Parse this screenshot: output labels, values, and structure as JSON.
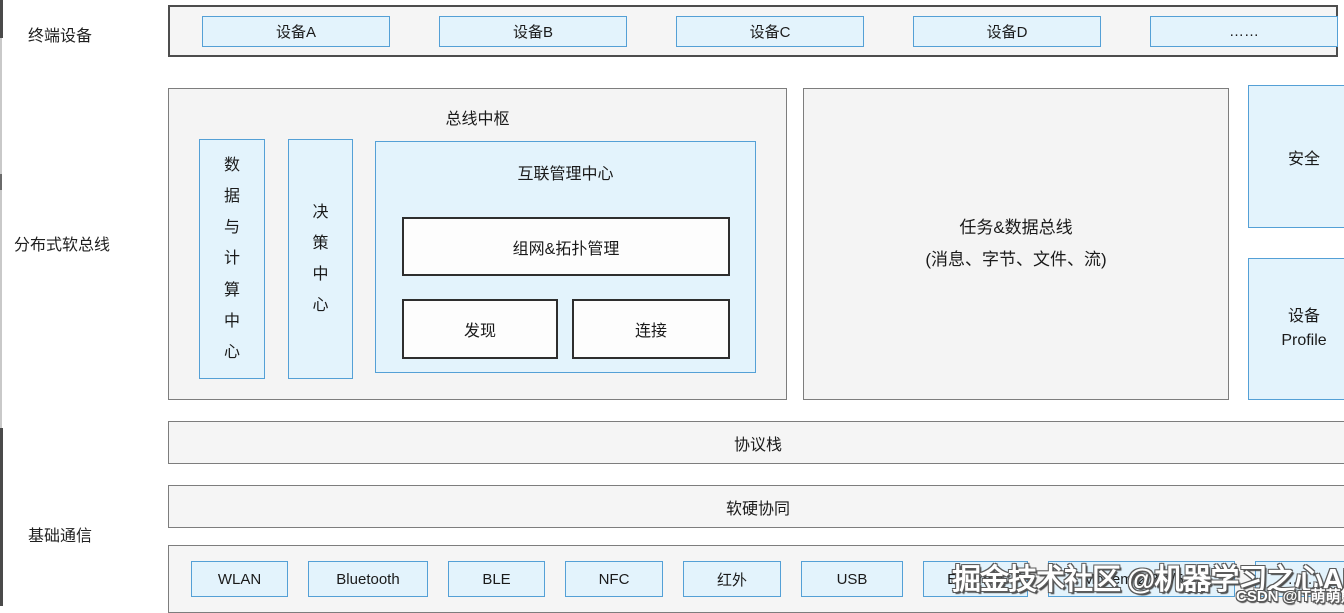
{
  "colors": {
    "box_fill_blue": "#e3f3fc",
    "box_border_blue": "#54a0d6",
    "container_fill_gray": "#f4f4f4",
    "container_border_gray": "#7d7d7d",
    "inner_box_border_dark": "#2e2e2e"
  },
  "side_labels": {
    "terminal": "终端设备",
    "softbus": "分布式软总线",
    "basic_comm": "基础通信"
  },
  "terminal_row": {
    "devices": [
      "设备A",
      "设备B",
      "设备C",
      "设备D",
      "……"
    ]
  },
  "softbus_row": {
    "bus_hub": {
      "title": "总线中枢",
      "data_compute_center": "数\n据\n与\n计\n算\n中\n心",
      "decision_center": "决\n策\n中\n心",
      "interconnect": {
        "title": "互联管理中心",
        "networking": "组网&拓扑管理",
        "discovery": "发现",
        "connection": "连接"
      }
    },
    "task_data_bus": {
      "line1": "任务&数据总线",
      "line2": "(消息、字节、文件、流)"
    },
    "security": "安全",
    "device_profile": "设备\nProfile"
  },
  "protocol_stack": "协议栈",
  "basic_comm_row": {
    "hw_sw_collaboration": "软硬协同",
    "transports": [
      "WLAN",
      "Bluetooth",
      "BLE",
      "NFC",
      "红外",
      "USB",
      "Ethernet",
      "Modem(2/3/4/5G)",
      "……"
    ]
  },
  "watermarks": {
    "large": "掘金技术社区 @机器学习之心AI",
    "small": "CSDN @IT萌萌熊"
  }
}
